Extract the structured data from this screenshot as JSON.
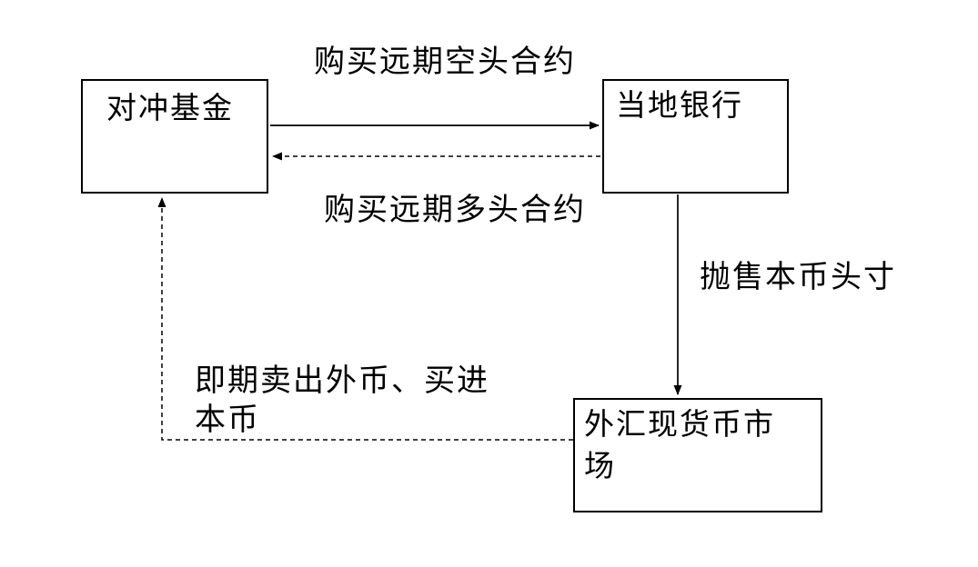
{
  "diagram": {
    "title": "",
    "colors": {
      "background": "#ffffff",
      "line": "#000000",
      "text": "#000000"
    },
    "nodes": {
      "hedge_fund": {
        "label": "对冲基金"
      },
      "local_bank": {
        "label": "当地银行"
      },
      "fx_spot_market": {
        "label": "外汇现货币市场"
      }
    },
    "edges": {
      "buy_forward_short": {
        "label": "购买远期空头合约",
        "from": "hedge_fund",
        "to": "local_bank",
        "style": "solid"
      },
      "buy_forward_long": {
        "label": "购买远期多头合约",
        "from": "local_bank",
        "to": "hedge_fund",
        "style": "dashed"
      },
      "sell_local_position": {
        "label": "抛售本币头寸",
        "from": "local_bank",
        "to": "fx_spot_market",
        "style": "solid"
      },
      "spot_sell_foreign_buy_local": {
        "label": "即期卖出外币、买进本币",
        "from": "fx_spot_market",
        "to": "hedge_fund",
        "style": "dashed"
      }
    }
  }
}
